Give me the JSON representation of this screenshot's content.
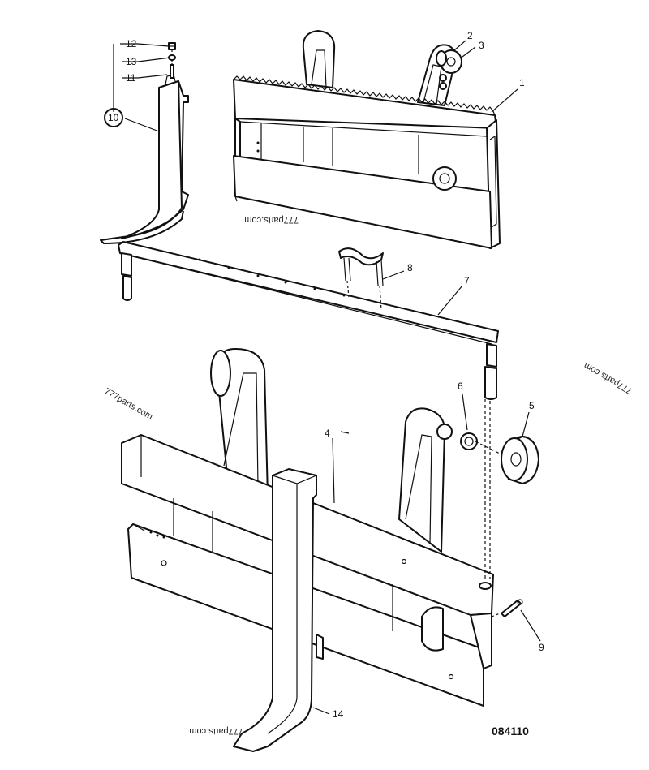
{
  "drawing_code": "084110",
  "watermark_text": "777parts.com",
  "callouts": [
    "1",
    "2",
    "3",
    "4",
    "5",
    "6",
    "7",
    "8",
    "9",
    "10",
    "11",
    "12",
    "13",
    "14"
  ]
}
